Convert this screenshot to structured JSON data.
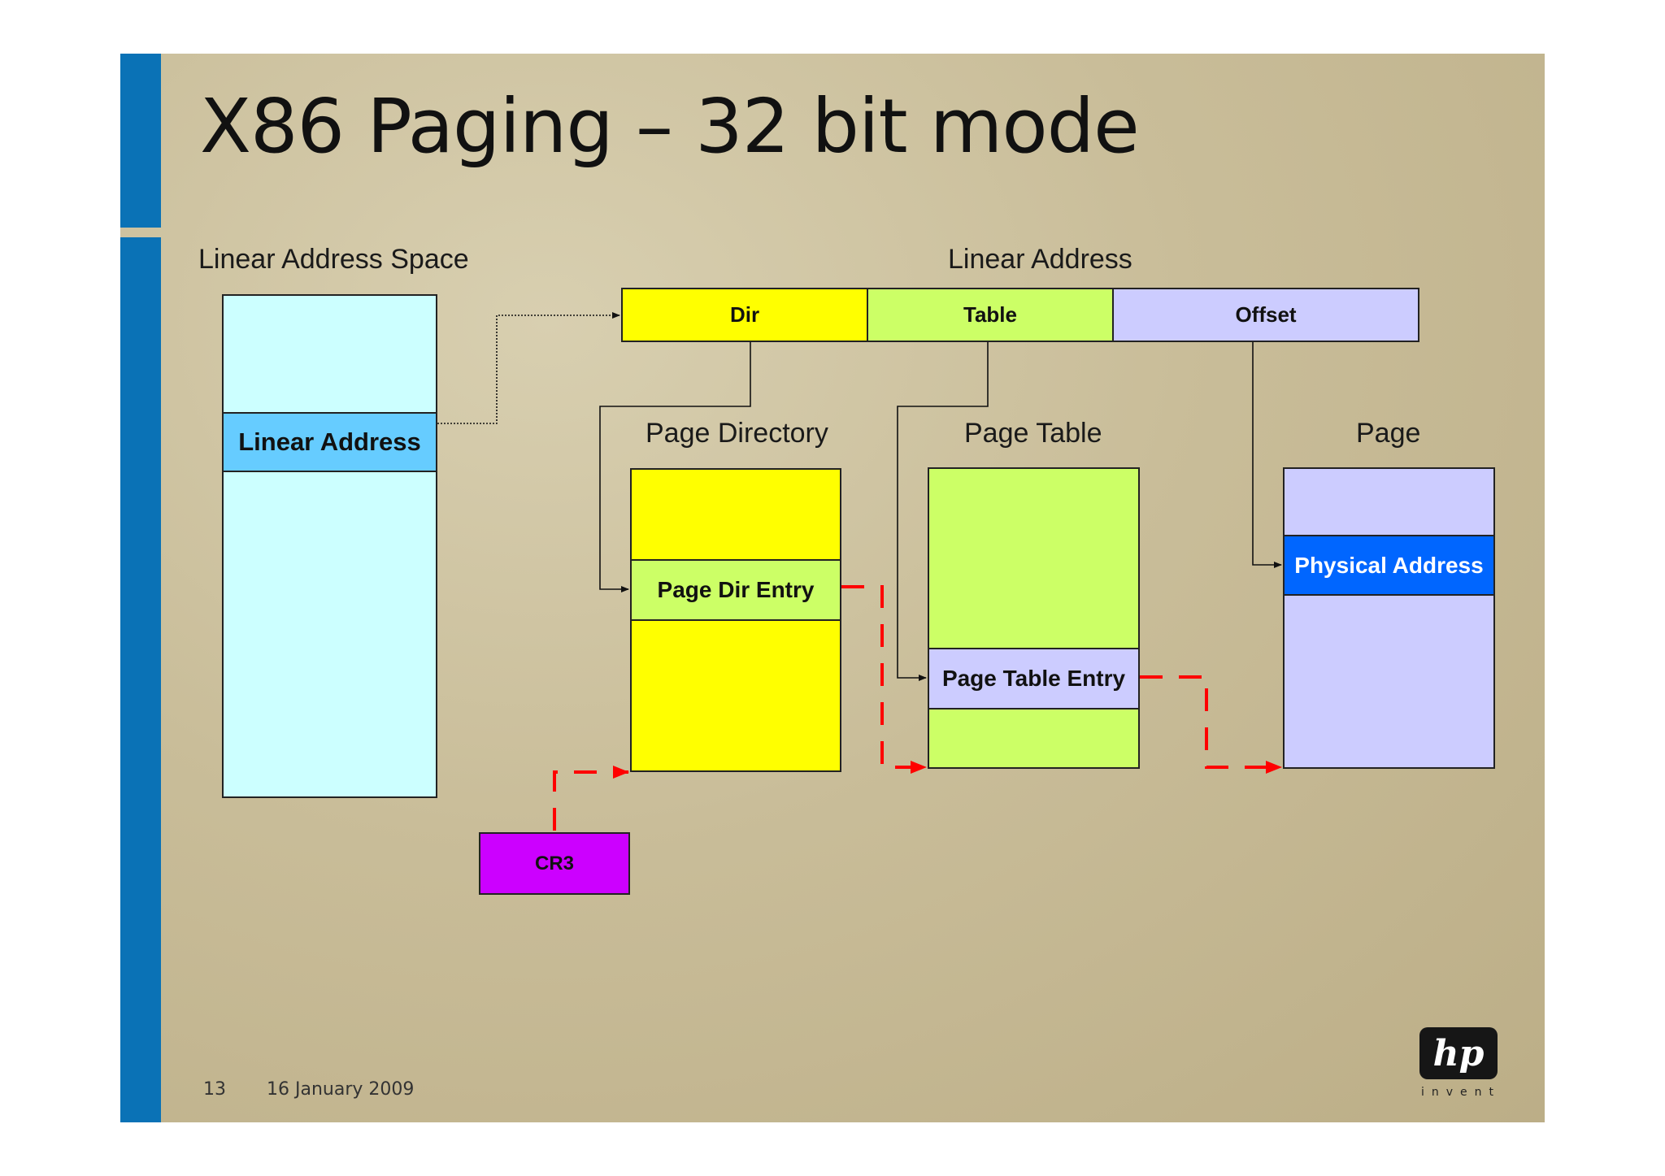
{
  "slide": {
    "title": "X86 Paging – 32 bit mode",
    "footer_page": "13",
    "footer_date": "16 January 2009"
  },
  "labels": {
    "linear_address_space": "Linear Address Space",
    "linear_address_header": "Linear Address",
    "page_directory": "Page Directory",
    "page_table": "Page Table",
    "page": "Page"
  },
  "linear_address_fields": {
    "dir": "Dir",
    "table": "Table",
    "offset": "Offset"
  },
  "boxes": {
    "linear_address": "Linear Address",
    "page_dir_entry": "Page Dir Entry",
    "page_table_entry": "Page Table Entry",
    "physical_address": "Physical Address",
    "cr3": "CR3"
  },
  "colors": {
    "accent_blue": "#0a72b6",
    "dir_yellow": "#ffff00",
    "table_green": "#ccff66",
    "offset_lavender": "#ccccff",
    "linear_space_cyan": "#ccffff",
    "linear_address_blue": "#66ccff",
    "physical_blue": "#0066ff",
    "cr3_purple": "#cc00ff",
    "arrow_red": "#ff0000"
  },
  "logo": {
    "mark": "hp",
    "tagline": "invent"
  }
}
